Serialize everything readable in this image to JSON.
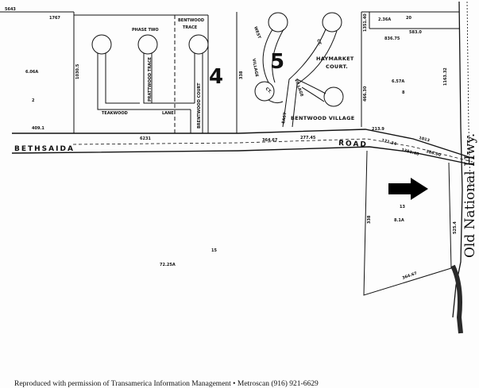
{
  "map": {
    "highway_label": "Old National Hwy.",
    "road_name_left": "BETHSAIDA",
    "road_name_right": "ROAD",
    "area_numbers": [
      "4",
      "5"
    ],
    "top_left_parcel": {
      "acreage": "6.06A",
      "id": "2"
    },
    "phase_two_labels": [
      "PHASE TWO",
      "BENTWOOD",
      "TRACE"
    ],
    "streets_west": [
      "PRATTWOOD TRACE",
      "BRENTWOOD COURT",
      "TEAKWOOD",
      "LANE"
    ],
    "streets_east": [
      "WEST",
      "VILLAGE",
      "CT.",
      "VILLAGE",
      "CT.",
      "EAST",
      "HAYMARKET",
      "COURT.",
      "BENTWOOD VILLAGE"
    ],
    "right_parcel": {
      "acreage": "6.57A",
      "id": "8",
      "top_acreage": "2.36A",
      "top_id": "20"
    },
    "lower_parcel": {
      "acreage": "8.1A",
      "id": "13"
    },
    "large_parcel": {
      "acreage": "72.25A",
      "id": "15"
    },
    "dimensions": [
      "5643",
      "1767",
      "409.1",
      "6231",
      "364.67",
      "277.45",
      "213.9",
      "1013",
      "1030.5",
      "1163.32",
      "583.0",
      "836.75",
      "1351.40",
      "466.30",
      "386.90",
      "525.4",
      "171.34",
      "338"
    ],
    "credit": "Reproduced with permission of Transamerica Information Management • Metroscan (916) 921-6629"
  }
}
